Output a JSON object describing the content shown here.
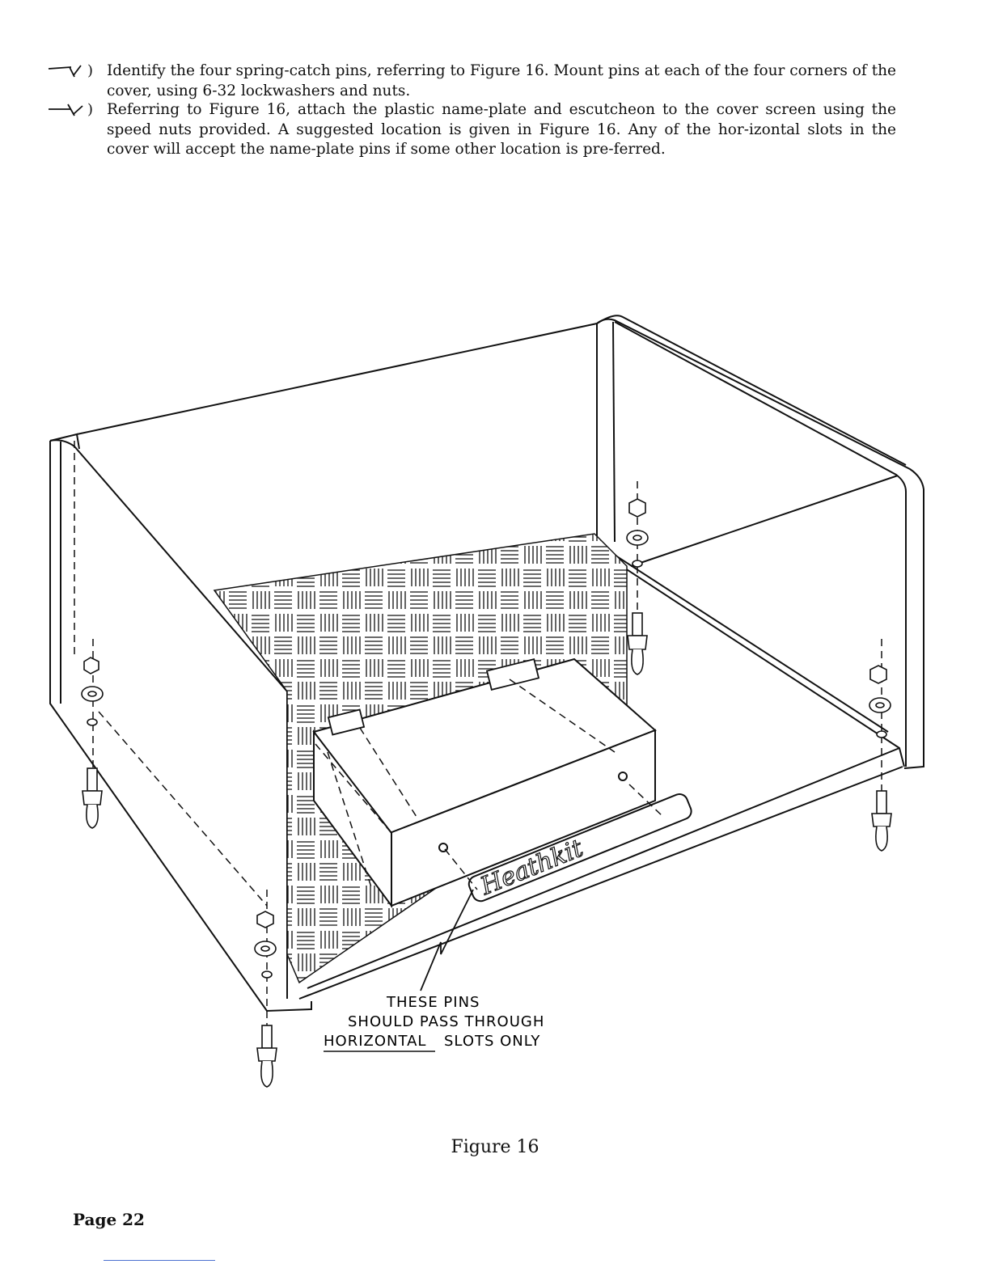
{
  "steps": [
    {
      "checkbox": "( )",
      "text": "Identify the four spring-catch pins, referring to Figure 16. Mount pins at each of the four corners of the cover, using 6-32 lockwashers and nuts."
    },
    {
      "checkbox": "( )",
      "text": "Referring to Figure 16, attach the plastic name-plate and escutcheon to the cover screen using the speed nuts provided. A suggested location is given in Figure 16. Any of the hor-izontal slots in the cover will accept the name-plate pins if some other location is pre-ferred."
    }
  ],
  "figure": {
    "callout_line1": "THESE PINS",
    "callout_line2": "SHOULD PASS THROUGH",
    "callout_line3_underlined": "HORIZONTAL",
    "callout_line3_rest": "SLOTS ONLY",
    "nameplate_text": "Heathkit",
    "caption": "Figure 16"
  },
  "page": {
    "number_label": "Page 22"
  }
}
